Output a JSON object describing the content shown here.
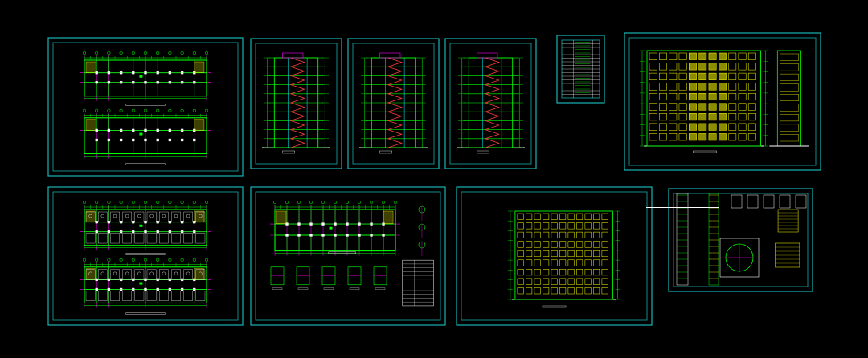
{
  "viewport": {
    "background": "#000000",
    "colors": {
      "frame": "#19b3b3",
      "inner_frame": "#149a9a",
      "wall": "#00ff00",
      "axis": "#ff00ff",
      "dim": "#00ff00",
      "stair": "#ff3b3b",
      "glass": "#ffff00",
      "accent_yellow": "#ffff00",
      "white": "#ffffff",
      "cyan": "#00ffff"
    }
  },
  "sheets": [
    {
      "id": "plans-1",
      "kind": "floor-plan"
    },
    {
      "id": "section-1",
      "kind": "section"
    },
    {
      "id": "section-2",
      "kind": "section"
    },
    {
      "id": "section-3",
      "kind": "section"
    },
    {
      "id": "title-block",
      "kind": "drawing-list"
    },
    {
      "id": "front-elevation",
      "kind": "elevation"
    },
    {
      "id": "plans-2",
      "kind": "floor-plan"
    },
    {
      "id": "roof-plan",
      "kind": "roof-plan"
    },
    {
      "id": "rear-elevation",
      "kind": "elevation"
    },
    {
      "id": "details",
      "kind": "details"
    }
  ],
  "cursor": {
    "visible": true,
    "style": "crosshair"
  }
}
